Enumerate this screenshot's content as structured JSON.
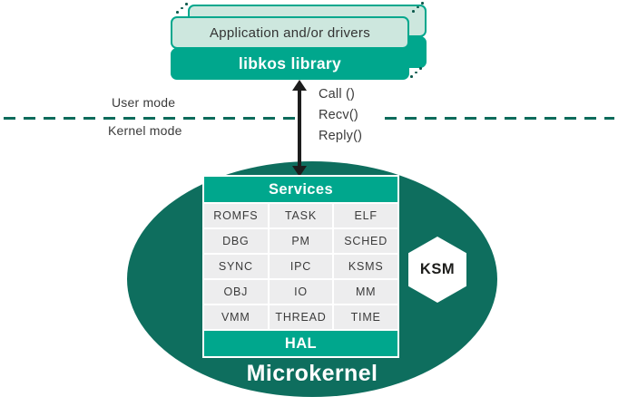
{
  "colors": {
    "teal": "#00a78d",
    "mint": "#cde7de",
    "dark_teal": "#0e6e5e",
    "dash_teal": "#0c6b5b",
    "cell_gray": "#ededee",
    "text_dark": "#3b3b3b",
    "arrow_black": "#1c1c1c",
    "white": "#ffffff"
  },
  "stack": {
    "app_label": "Application and/or drivers",
    "libkos_label": "libkos library"
  },
  "ipc": {
    "labels": [
      "Call ()",
      "Recv()",
      "Reply()"
    ]
  },
  "modes": {
    "user": "User mode",
    "kernel": "Kernel mode"
  },
  "kernel": {
    "services_header": "Services",
    "services": [
      [
        "ROMFS",
        "TASK",
        "ELF"
      ],
      [
        "DBG",
        "PM",
        "SCHED"
      ],
      [
        "SYNC",
        "IPC",
        "KSMS"
      ],
      [
        "OBJ",
        "IO",
        "MM"
      ],
      [
        "VMM",
        "THREAD",
        "TIME"
      ]
    ],
    "hal_label": "HAL",
    "ksm_label": "KSM",
    "microkernel_label": "Microkernel"
  }
}
